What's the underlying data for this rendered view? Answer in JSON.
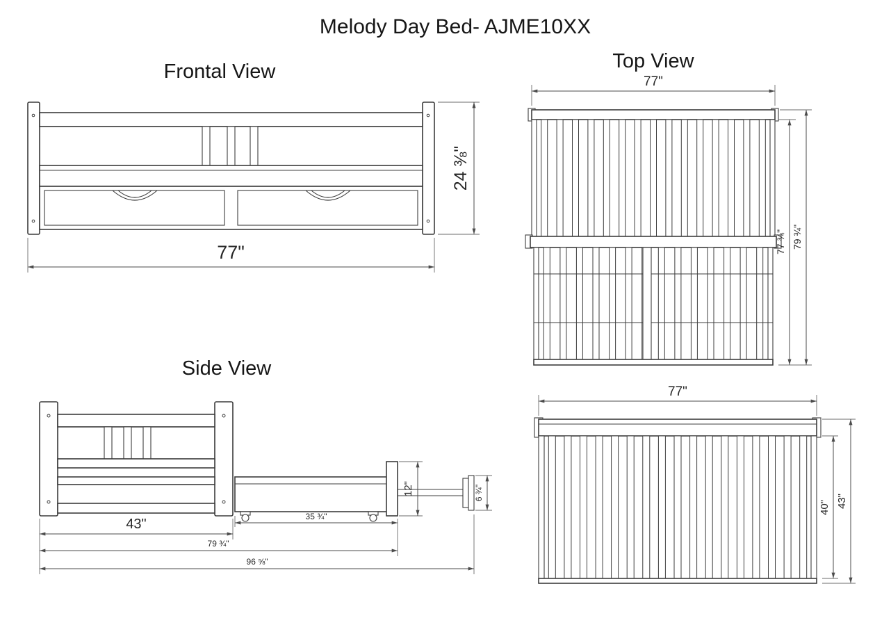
{
  "title": "Melody Day Bed- AJME10XX",
  "views": {
    "frontal": {
      "label": "Frontal View",
      "width": "77\"",
      "height": "24 ⅜\""
    },
    "top": {
      "label": "Top View",
      "width": "77\"",
      "slat_length": "77 ¾\"",
      "overall_length": "79 ¾\""
    },
    "side": {
      "label": "Side View",
      "headboard_width": "43\"",
      "trundle_length": "35 ¾\"",
      "bed_length": "79 ¾\"",
      "extended_length": "96 ⅝\"",
      "trundle_height": "12\"",
      "handle_height": "6 ¾\""
    },
    "trundle_top": {
      "width": "77\"",
      "slat_length": "40\"",
      "overall_length": "43\""
    }
  },
  "colors": {
    "background": "#ffffff",
    "drawing_line": "#3c3c3c",
    "dimension_line": "#4b4b4b",
    "text": "#161616"
  }
}
